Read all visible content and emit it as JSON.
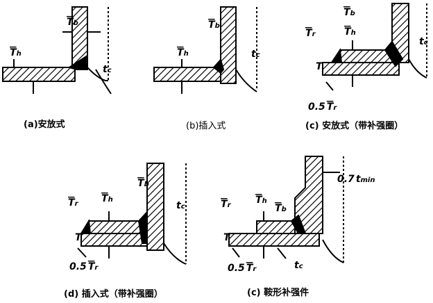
{
  "captions": {
    "a": "(a)安放式",
    "b": "(b)插入式",
    "c": "(c)  安放式（带补强圈）",
    "d": "(d)  插入式（带补强圈）",
    "e": "(c)  鞍形补强件"
  },
  "symbols": {
    "Tb": "T",
    "Tb_sub": "b",
    "Th": "T",
    "Th_sub": "h",
    "Tr": "T",
    "Tr_sub": "r",
    "tc": "t",
    "tc_sub": "c",
    "half_Tr": "0.5",
    "T": "T",
    "tmin_coef": "0.7",
    "tmin": "t",
    "tmin_sub": "min"
  }
}
